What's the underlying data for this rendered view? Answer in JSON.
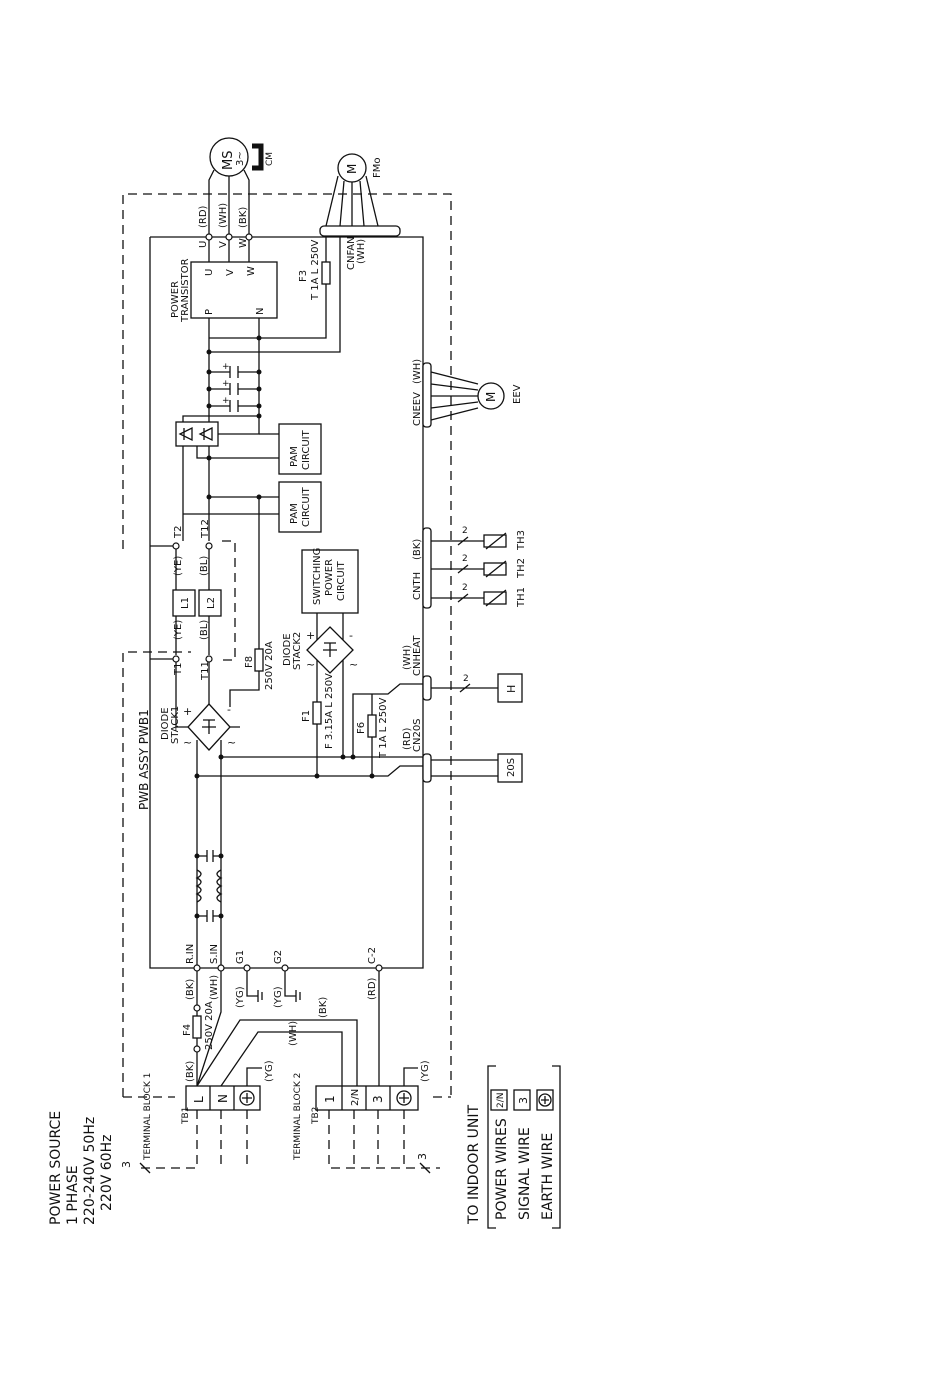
{
  "power_source": {
    "line1": "POWER SOURCE",
    "line2": "1 PHASE",
    "line3": "220-240V  50Hz",
    "line4": "220V  60Hz"
  },
  "to_indoor": "TO INDOOR UNIT",
  "legend": {
    "power": "POWER WIRES",
    "signal": "SIGNAL WIRE",
    "earth": "EARTH WIRE",
    "sym_power": "2/N",
    "sym_signal": "3"
  },
  "tb1": {
    "name": "TERMINAL BLOCK 1",
    "code": "TB1",
    "t1": "L",
    "t2": "N"
  },
  "tb2": {
    "name": "TERMINAL BLOCK 2",
    "code": "TB2",
    "t1": "1",
    "t2": "2/N",
    "t3": "3"
  },
  "wire_count": "3",
  "pwb": "PWB ASSY  PWB1",
  "power_transistor": {
    "name1": "POWER",
    "name2": "TRANSISTOR",
    "u": "U",
    "v": "V",
    "w": "W",
    "p": "P",
    "n": "N"
  },
  "motor_ms": {
    "name": "MS",
    "phase": "3~",
    "cm": "CM",
    "u": "U",
    "v": "V",
    "w": "W",
    "c1": "(RD)",
    "c2": "(WH)",
    "c3": "(BK)"
  },
  "fan_motor": {
    "sym": "M",
    "name": "FMo",
    "connector": "CNFAN",
    "color": "(WH)"
  },
  "eev": {
    "sym": "M",
    "name": "EEV",
    "connector": "CNEEV",
    "color": "(WH)"
  },
  "fuses": {
    "f3": "F3",
    "f3_rating": "T 1A L 250V",
    "f8": "F8",
    "f8_rating": "250V 20A",
    "f4": "F4",
    "f4_rating": "250V 20A",
    "f1": "F1",
    "f1_rating": "F 3.15A L 250V",
    "f6": "F6",
    "f6_rating": "T 1A L 250V"
  },
  "pam1": {
    "l1": "PAM",
    "l2": "CIRCUIT"
  },
  "pam2": {
    "l1": "PAM",
    "l2": "CIRCUIT"
  },
  "switching": {
    "l1": "SWITCHING",
    "l2": "POWER",
    "l3": "CIRCUIT"
  },
  "diode1": {
    "l1": "DIODE",
    "l2": "STACK1"
  },
  "diode2": {
    "l1": "DIODE",
    "l2": "STACK2"
  },
  "reactors": {
    "l1": "L1",
    "l2": "L2",
    "t1": "T1",
    "t11": "T11",
    "t2": "T2",
    "t12": "T12",
    "ye": "(YE)",
    "bl": "(BL)"
  },
  "cnth": {
    "connector": "CNTH",
    "color": "(BK)",
    "th1": "TH1",
    "th2": "TH2",
    "th3": "TH3",
    "n": "2"
  },
  "cnheat": {
    "connector": "CNHEAT",
    "color": "(WH)",
    "load": "H",
    "n": "2"
  },
  "cn20s": {
    "connector": "CN20S",
    "color": "(RD)",
    "load": "20S"
  },
  "terminals": {
    "rin": "R.IN",
    "sin": "S.IN",
    "g1": "G1",
    "g2": "G2",
    "c2": "C-2"
  },
  "wire_colors": {
    "bk": "(BK)",
    "wh": "(WH)",
    "yg": "(YG)",
    "rd": "(RD)"
  },
  "polarity": {
    "plus": "+",
    "minus": "-",
    "ac": "~"
  }
}
